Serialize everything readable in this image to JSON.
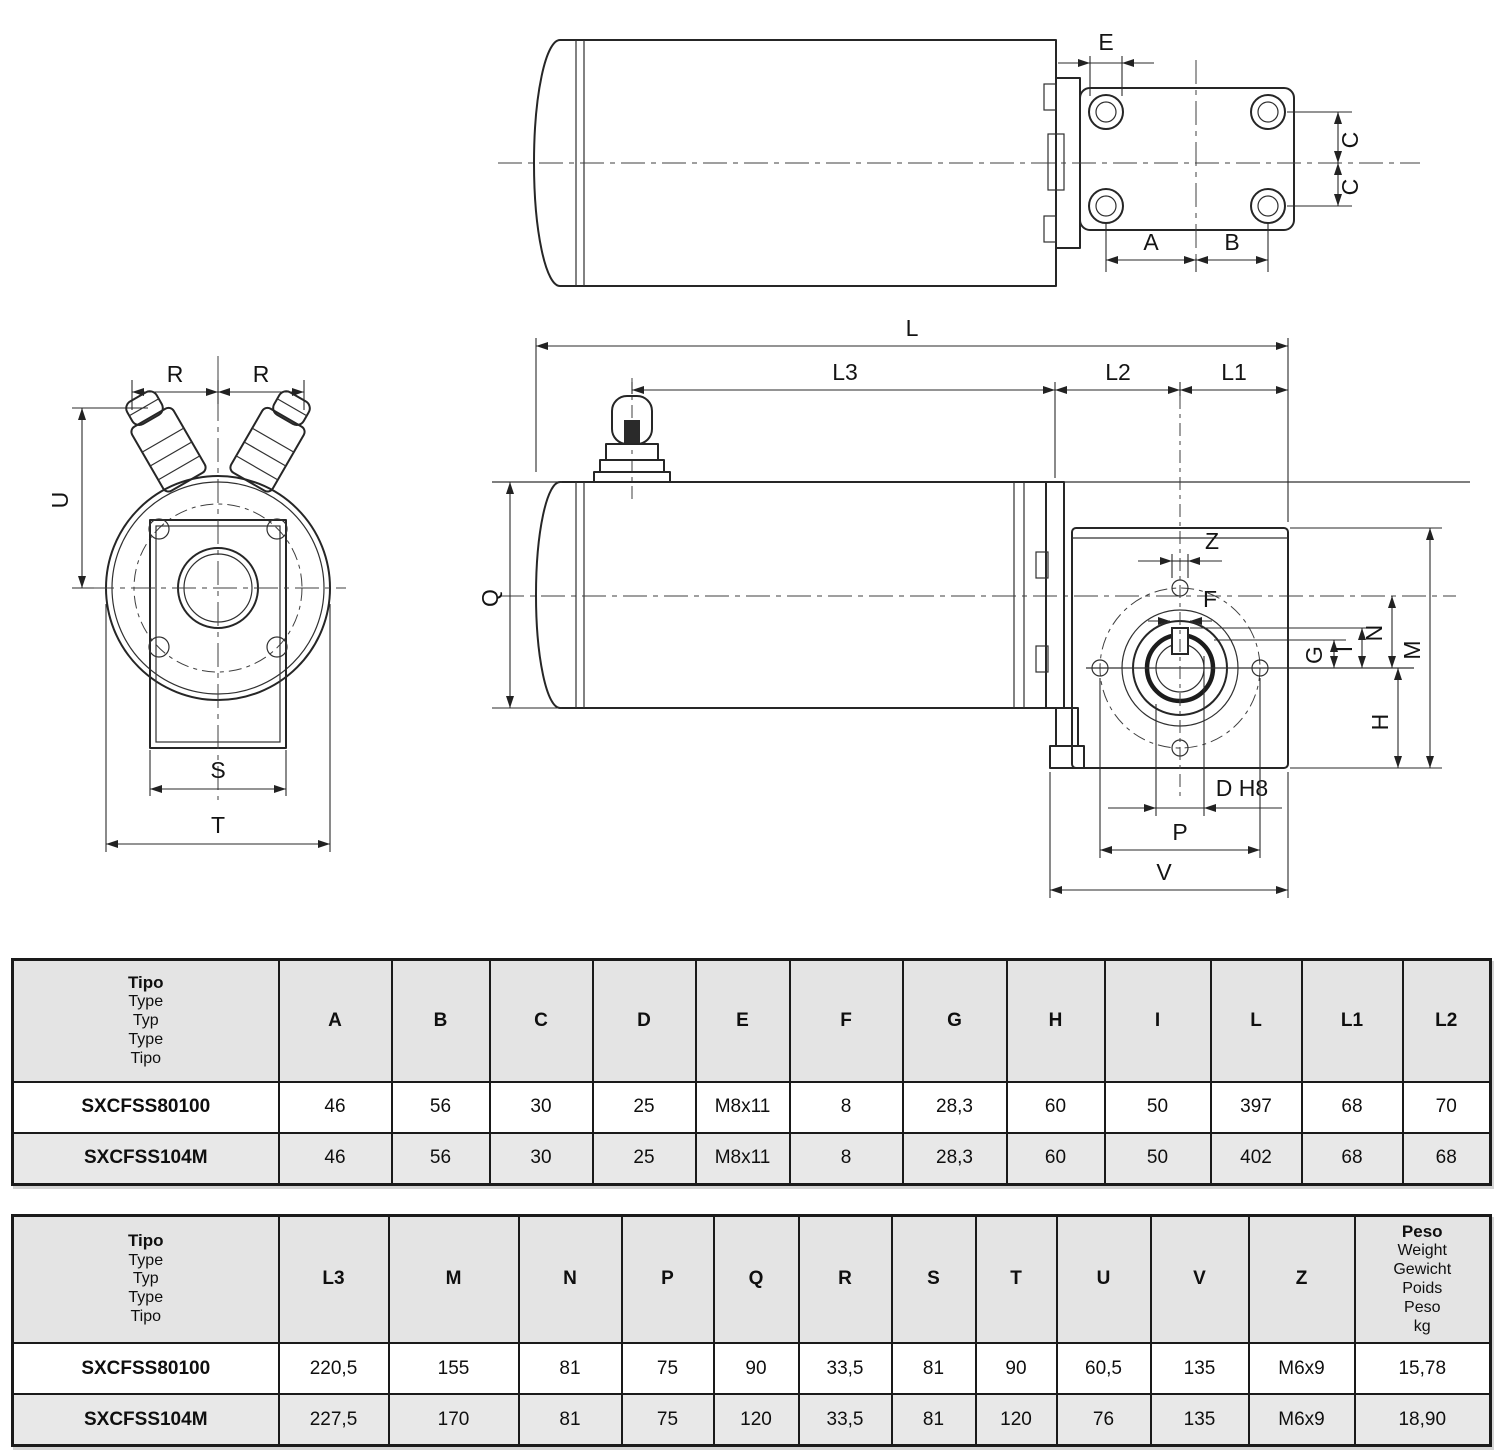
{
  "colors": {
    "line": "#262626",
    "table_header_bg": "#e4e4e4",
    "row_alt_bg": "#e8e8e8",
    "row_bg": "#ffffff"
  },
  "drawing": {
    "top_view": {
      "e": "E",
      "c_top": "C",
      "c_bottom": "C",
      "a": "A",
      "b": "B"
    },
    "end_view": {
      "r_left": "R",
      "r_right": "R",
      "u": "U",
      "s": "S",
      "t": "T"
    },
    "side_view": {
      "l": "L",
      "l3": "L3",
      "l2": "L2",
      "l1": "L1",
      "q": "Q",
      "z": "Z",
      "f": "F",
      "g": "G",
      "i": "I",
      "n": "N",
      "m": "M",
      "h": "H",
      "d_h8": "D H8",
      "p": "P",
      "v": "V"
    }
  },
  "table1": {
    "type_header": [
      "Tipo",
      "Type",
      "Typ",
      "Type",
      "Tipo"
    ],
    "columns": [
      "A",
      "B",
      "C",
      "D",
      "E",
      "F",
      "G",
      "H",
      "I",
      "L",
      "L1",
      "L2"
    ],
    "rows": [
      {
        "type": "SXCFSS80100",
        "values": [
          "46",
          "56",
          "30",
          "25",
          "M8x11",
          "8",
          "28,3",
          "60",
          "50",
          "397",
          "68",
          "70"
        ]
      },
      {
        "type": "SXCFSS104M",
        "values": [
          "46",
          "56",
          "30",
          "25",
          "M8x11",
          "8",
          "28,3",
          "60",
          "50",
          "402",
          "68",
          "68"
        ]
      }
    ]
  },
  "table2": {
    "type_header": [
      "Tipo",
      "Type",
      "Typ",
      "Type",
      "Tipo"
    ],
    "columns": [
      "L3",
      "M",
      "N",
      "P",
      "Q",
      "R",
      "S",
      "T",
      "U",
      "V",
      "Z"
    ],
    "weight_header": [
      "Peso",
      "Weight",
      "Gewicht",
      "Poids",
      "Peso",
      "kg"
    ],
    "rows": [
      {
        "type": "SXCFSS80100",
        "values": [
          "220,5",
          "155",
          "81",
          "75",
          "90",
          "33,5",
          "81",
          "90",
          "60,5",
          "135",
          "M6x9"
        ],
        "weight": "15,78"
      },
      {
        "type": "SXCFSS104M",
        "values": [
          "227,5",
          "170",
          "81",
          "75",
          "120",
          "33,5",
          "81",
          "120",
          "76",
          "135",
          "M6x9"
        ],
        "weight": "18,90"
      }
    ]
  }
}
